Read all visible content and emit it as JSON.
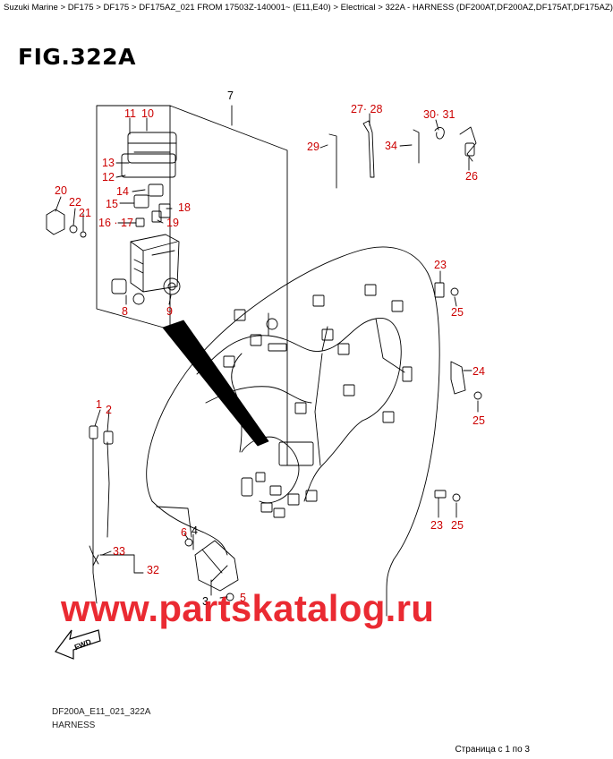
{
  "breadcrumb": {
    "items": [
      "Suzuki Marine",
      "DF175",
      "DF175",
      "DF175AZ_021 FROM 17503Z-140001~ (E11,E40)",
      "Electrical",
      "322A - HARNESS (DF200AT,DF200AZ,DF175AT,DF175AZ)"
    ],
    "separator": " > "
  },
  "figure": {
    "title": "FIG.322A"
  },
  "callouts": {
    "c7": "7",
    "c11": "11",
    "c10": "10",
    "c13": "13",
    "c12": "12",
    "c14": "14",
    "c15": "15",
    "c18": "18",
    "c16_17": "16 · 17",
    "c19": "19",
    "c8": "8",
    "c9": "9",
    "c20": "20",
    "c22": "22",
    "c21": "21",
    "c27_28": "27· 28",
    "c29": "29",
    "c30_31": "30· 31",
    "c34": "34",
    "c26": "26",
    "c23a": "23",
    "c25a": "25",
    "c24": "24",
    "c25b": "25",
    "c1": "1",
    "c2": "2",
    "c33": "33",
    "c32": "32",
    "c23b": "23",
    "c25c": "25",
    "c6": "6",
    "c4": "4",
    "c3": "3",
    "c5": "5"
  },
  "fwd_label": "FWD",
  "watermark": "www.partskatalog.ru",
  "footer": {
    "code": "DF200A_E11_021_322A",
    "name": "HARNESS"
  },
  "pager": "Страница с 1 по 3",
  "colors": {
    "callout": "#cc0000",
    "watermark": "#e8141c",
    "line": "#000000"
  }
}
